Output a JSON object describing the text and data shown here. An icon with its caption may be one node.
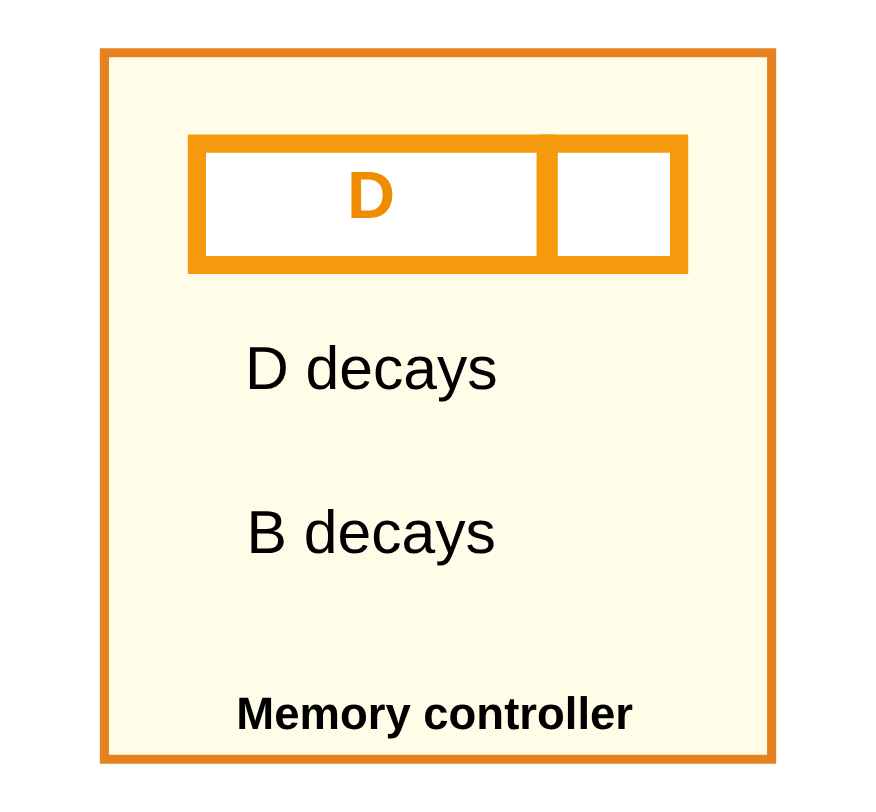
{
  "diagram": {
    "nodes": [
      {
        "text": [
          "Memory controller"
        ]
      },
      {
        "text": [
          "D"
        ],
        "in": 0
      },
      {
        "text": [],
        "shape": "box",
        "in": 0
      }
    ],
    "edges": [],
    "labels": [
      "D decays",
      "B decays"
    ]
  }
}
